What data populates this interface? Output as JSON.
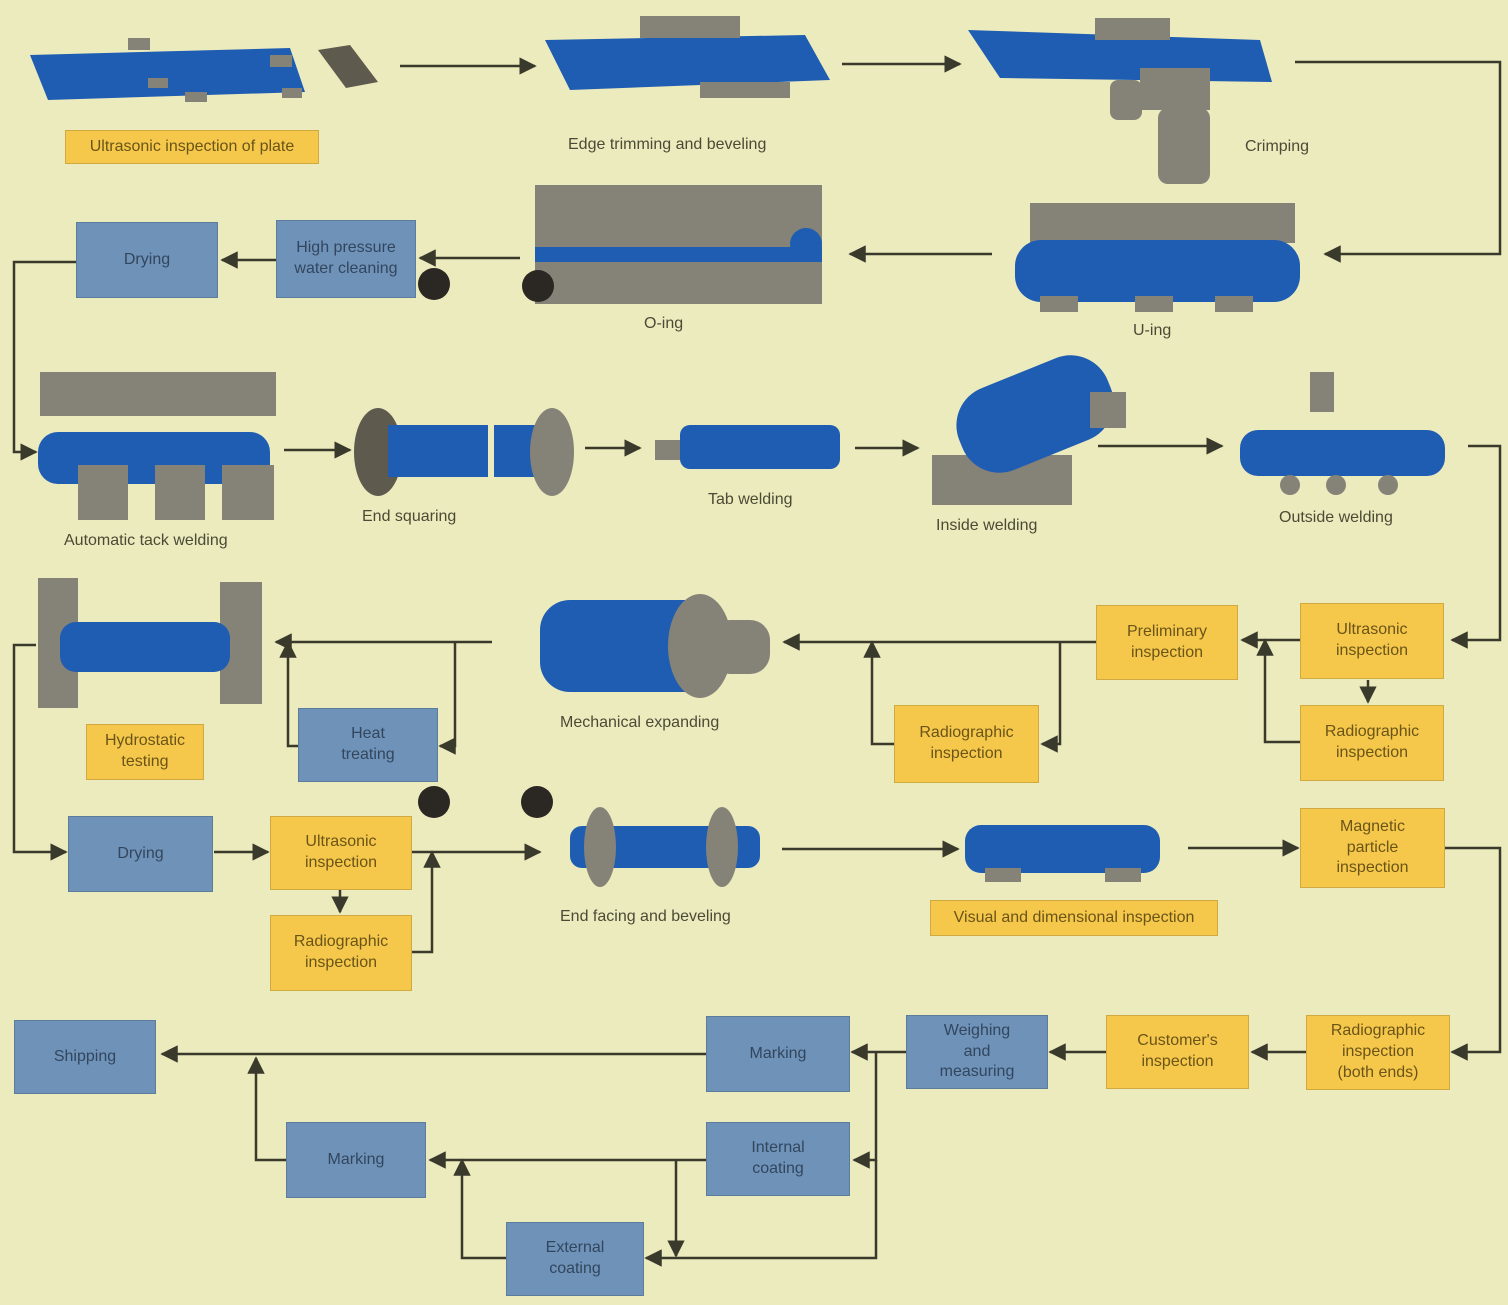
{
  "colors": {
    "background": "#ecebbd",
    "inspection_box": "#f5c84c",
    "process_box": "#6e92b8",
    "pipe": "#1f5db3",
    "machine": "#858277",
    "line": "#3a3a2c"
  },
  "labels": {
    "ultrasonic_plate": "Ultrasonic inspection of plate",
    "edge_trimming": "Edge trimming and beveling",
    "crimping": "Crimping",
    "uing": "U-ing",
    "oing": "O-ing",
    "auto_tack": "Automatic tack welding",
    "end_squaring": "End squaring",
    "tab_welding": "Tab welding",
    "inside_welding": "Inside welding",
    "outside_welding": "Outside welding",
    "mech_expanding": "Mechanical expanding",
    "end_facing": "End facing and beveling",
    "visual_dim": "Visual and dimensional inspection"
  },
  "boxes": {
    "drying_1": "Drying",
    "hp_water": "High pressure\nwater cleaning",
    "prelim": "Preliminary\ninspection",
    "ultra_1": "Ultrasonic\ninspection",
    "radio_1": "Radiographic\ninspection",
    "radio_2": "Radiographic\ninspection",
    "hydro": "Hydrostatic\ntesting",
    "heat": "Heat\ntreating",
    "drying_2": "Drying",
    "ultra_2": "Ultrasonic\ninspection",
    "radio_3": "Radiographic\ninspection",
    "magnetic": "Magnetic\nparticle\ninspection",
    "radio_ends": "Radiographic\ninspection\n(both ends)",
    "customer": "Customer's\ninspection",
    "weighing": "Weighing\nand\nmeasuring",
    "marking_1": "Marking",
    "shipping": "Shipping",
    "internal": "Internal\ncoating",
    "marking_2": "Marking",
    "external": "External\ncoating"
  }
}
